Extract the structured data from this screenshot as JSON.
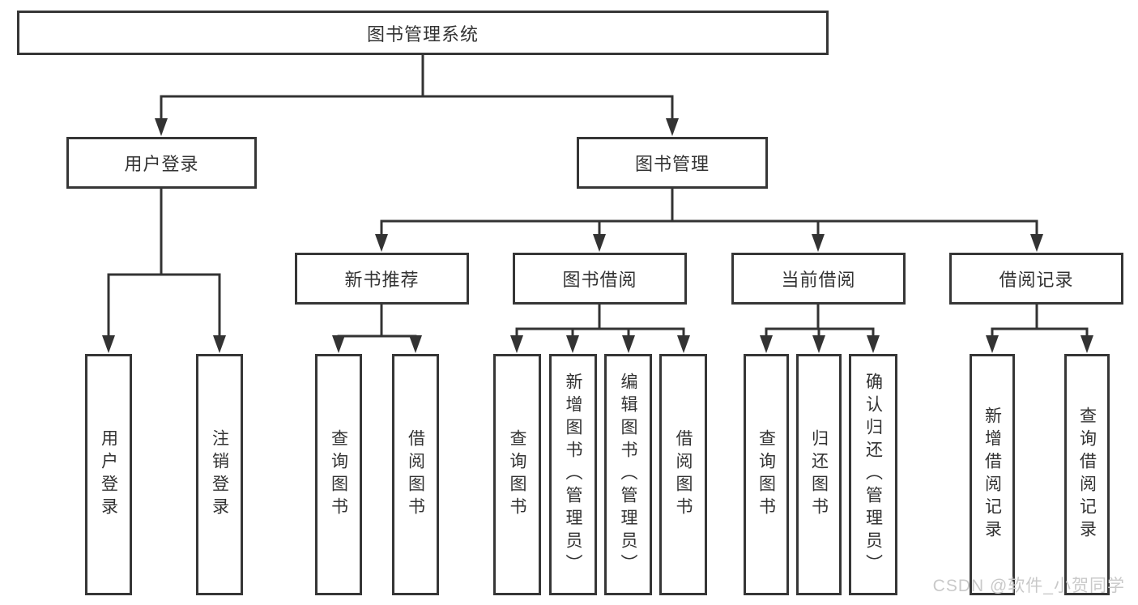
{
  "diagram": {
    "title": "图书管理系统",
    "tree": {
      "label": "图书管理系统",
      "children": [
        {
          "label": "用户登录",
          "children": [
            {
              "label": "用户登录"
            },
            {
              "label": "注销登录"
            }
          ]
        },
        {
          "label": "图书管理",
          "children": [
            {
              "label": "新书推荐",
              "children": [
                {
                  "label": "查询图书"
                },
                {
                  "label": "借阅图书"
                }
              ]
            },
            {
              "label": "图书借阅",
              "children": [
                {
                  "label": "查询图书"
                },
                {
                  "label": "新增图书（管理员）"
                },
                {
                  "label": "编辑图书（管理员）"
                },
                {
                  "label": "借阅图书"
                }
              ]
            },
            {
              "label": "当前借阅",
              "children": [
                {
                  "label": "查询图书"
                },
                {
                  "label": "归还图书"
                },
                {
                  "label": "确认归还（管理员）"
                }
              ]
            },
            {
              "label": "借阅记录",
              "children": [
                {
                  "label": "新增借阅记录"
                },
                {
                  "label": "查询借阅记录"
                }
              ]
            }
          ]
        }
      ]
    },
    "line_color": "#333333",
    "border_color": "#363636",
    "text_color": "#333333"
  },
  "watermark": {
    "text": "CSDN @软件_小贺同学"
  }
}
